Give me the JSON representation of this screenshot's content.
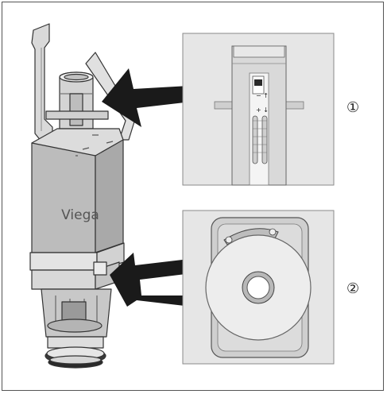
{
  "brand": {
    "name": "Viega"
  },
  "callouts": {
    "one": "①",
    "two": "②"
  },
  "detail_labels": {
    "minus_up": "− ↑",
    "plus_down": "+ ↓"
  },
  "colors": {
    "panel_fill": "#e6e6e6",
    "body_fill": "#c9c9c9",
    "arrow_fill": "#1a1a1a",
    "outline": "#333333"
  }
}
